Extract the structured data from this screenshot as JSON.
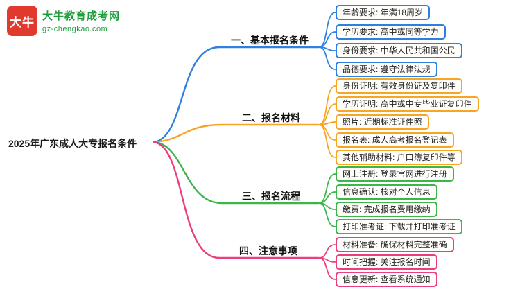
{
  "colors": {
    "blue": "#2D7FE0",
    "orange": "#F6A623",
    "green": "#3CB54A",
    "green-dark": "#1F9E3D",
    "pink": "#EA3E7E",
    "red": "#E03A2F"
  },
  "logo": {
    "icon_text": "大牛",
    "site_name": "大牛教育成考网",
    "site_url": "gz-chengkao.com"
  },
  "root": {
    "title": "2025年广东成人大专报名条件"
  },
  "branches": [
    {
      "label": "一、基本报名条件",
      "color": "#2D7FE0",
      "items": [
        "年龄要求: 年满18周岁",
        "学历要求: 高中或同等学力",
        "身份要求: 中华人民共和国公民",
        "品德要求: 遵守法律法规"
      ]
    },
    {
      "label": "二、报名材料",
      "color": "#F6A623",
      "items": [
        "身份证明: 有效身份证及复印件",
        "学历证明: 高中或中专毕业证复印件",
        "照片: 近期标准证件照",
        "报名表: 成人高考报名登记表",
        "其他辅助材料: 户口簿复印件等"
      ]
    },
    {
      "label": "三、报名流程",
      "color": "#3CB54A",
      "items": [
        "网上注册: 登录官网进行注册",
        "信息确认: 核对个人信息",
        "缴费: 完成报名费用缴纳",
        "打印准考证: 下载并打印准考证"
      ]
    },
    {
      "label": "四、注意事项",
      "color": "#EA3E7E",
      "items": [
        "材料准备: 确保材料完整准确",
        "时间把握: 关注报名时间",
        "信息更新: 查看系统通知"
      ]
    }
  ]
}
